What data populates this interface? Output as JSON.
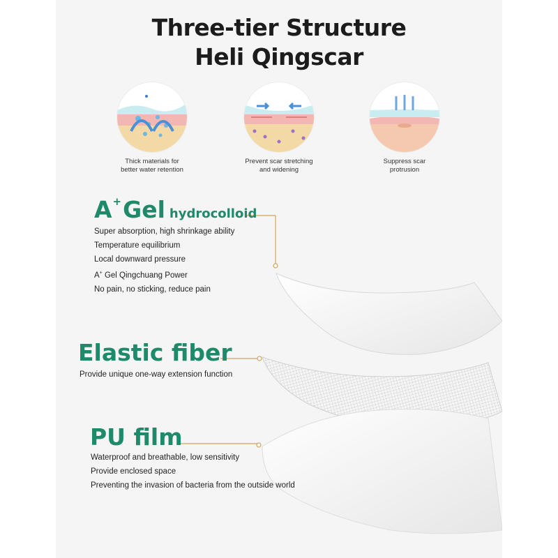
{
  "header": {
    "title_line1": "Three-tier Structure",
    "title_line2": "Heli Qingscar"
  },
  "features": [
    {
      "icon": "water-retention-skin-illustration",
      "caption_line1": "Thick materials for",
      "caption_line2": "better water retention"
    },
    {
      "icon": "scar-stretch-skin-illustration",
      "caption_line1": "Prevent scar stretching",
      "caption_line2": "and widening"
    },
    {
      "icon": "scar-pressure-skin-illustration",
      "caption_line1": "Suppress scar",
      "caption_line2": "protrusion"
    }
  ],
  "layers": {
    "gel": {
      "title_a": "A",
      "title_plus": "+",
      "title_gel": "Gel",
      "title_small": "hydrocolloid",
      "items": [
        "Super absorption, high shrinkage ability",
        "Temperature equilibrium",
        "Local downward pressure",
        "Gel Qingchuang Power",
        "No pain, no sticking, reduce pain"
      ],
      "item4_prefix_a": "A",
      "item4_prefix_plus": "+"
    },
    "fiber": {
      "title": "Elastic fiber",
      "items": [
        "Provide unique one-way extension function"
      ]
    },
    "pu": {
      "title": "PU film",
      "items": [
        "Waterproof and breathable, low sensitivity",
        "Provide enclosed space",
        "Preventing the invasion of bacteria from the outside world"
      ]
    }
  },
  "colors": {
    "accent_green": "#1e8a6a",
    "leader_gold": "#d4a259",
    "background": "#f5f5f5"
  }
}
